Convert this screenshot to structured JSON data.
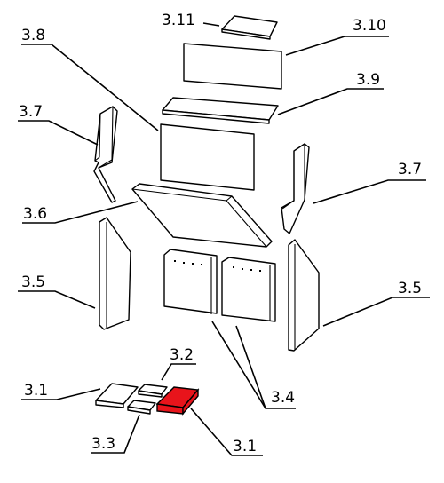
{
  "highlight_color": "#e8141b",
  "labels": {
    "l_3_11": "3.11",
    "l_3_10": "3.10",
    "l_3_8": "3.8",
    "l_3_9": "3.9",
    "l_3_7_left": "3.7",
    "l_3_7_right": "3.7",
    "l_3_6": "3.6",
    "l_3_5_left": "3.5",
    "l_3_5_right": "3.5",
    "l_3_4": "3.4",
    "l_3_2": "3.2",
    "l_3_1_left": "3.1",
    "l_3_1_right": "3.1",
    "l_3_3": "3.3"
  }
}
